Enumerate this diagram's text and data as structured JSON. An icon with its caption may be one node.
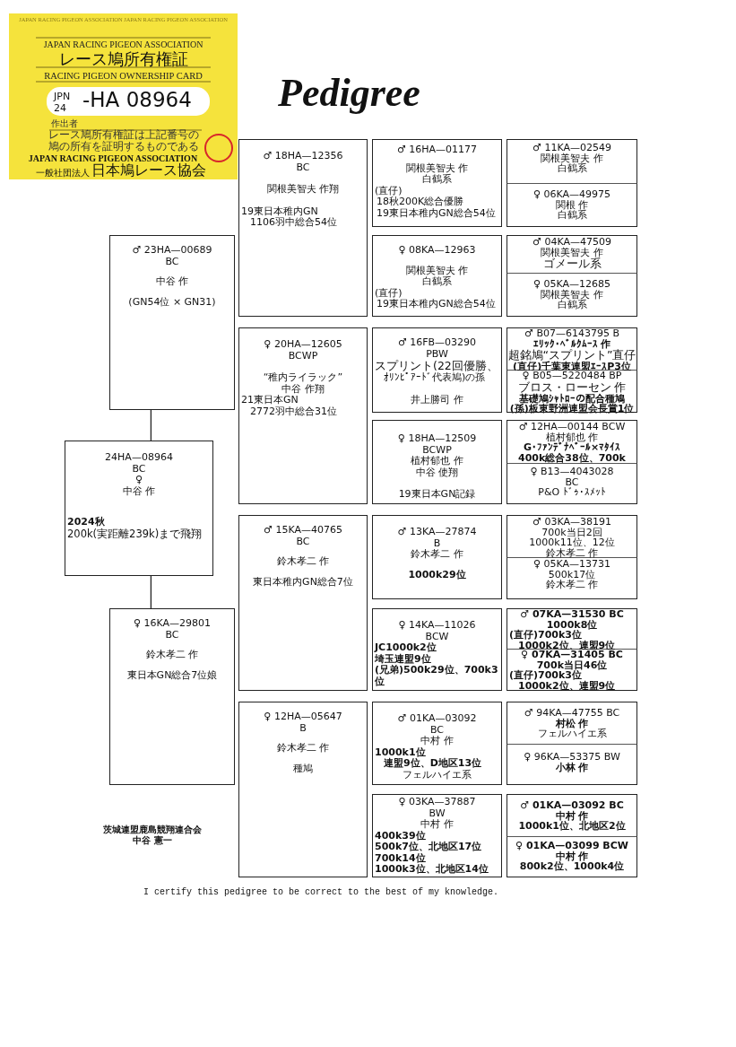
{
  "diagram": {
    "title": "Pedigree",
    "nodes": [
      {
        "text": [
          "JAPAN RACING PIGEON ASSOCIATION JAPAN RACING PIGEON ASSOCIATION",
          "JAPAN RACING PIGEON ASSOCIATION",
          "レース鳩所有権証",
          "RACING PIGEON OWNERSHIP CARD",
          "作出者",
          "レース鳩所有権証は上記番号の鳩の所有を証明するものである",
          "JAPAN RACING PIGEON ASSOCIATION",
          "一般社団法人",
          "日本鳩レース協会"
        ]
      },
      {
        "text": [
          "JPN 24",
          "-HA 08964"
        ],
        "in": 0
      },
      {
        "text": [
          "24HA—08964",
          "BC",
          "♀",
          "中谷 作",
          "2024秋",
          "200k(実距離239k)まで飛翔"
        ]
      },
      {
        "text": [
          "♂ 23HA—00689",
          "BC",
          "中谷 作",
          "(GN54位 × GN31)"
        ]
      },
      {
        "text": [
          "♀ 16KA—29801",
          "BC",
          "鈴木孝二 作",
          "東日本GN総合7位娘"
        ]
      },
      {
        "text": [
          "♂ 18HA—12356",
          "BC",
          "関根美智夫 作翔",
          "19東日本稚内GN",
          "1106羽中総合54位"
        ]
      },
      {
        "text": [
          "♀ 20HA—12605",
          "BCWP",
          "“稚内ライラック”",
          "中谷 作翔",
          "21東日本GN",
          "2772羽中総合31位"
        ]
      },
      {
        "text": [
          "♂ 15KA—40765",
          "BC",
          "鈴木孝二 作",
          "東日本稚内GN総合7位"
        ]
      },
      {
        "text": [
          "♀ 12HA—05647",
          "B",
          "鈴木孝二 作",
          "種鳩"
        ]
      },
      {
        "text": [
          "♂ 16HA—01177",
          "関根美智夫 作",
          "白鶴系",
          "(直仔)",
          "18秋200K総合優勝",
          "19東日本稚内GN総合54位"
        ]
      },
      {
        "text": [
          "♀ 08KA—12963",
          "関根美智夫 作",
          "白鶴系",
          "(直仔)",
          "19東日本稚内GN総合54位"
        ]
      },
      {
        "text": [
          "♂ 16FB—03290",
          "PBW",
          "スプリント(22回優勝、",
          "ｵﾘﾝﾋﾟｱｰﾄﾞ代表鳩)の孫",
          "井上勝司 作"
        ]
      },
      {
        "text": [
          "♀ 18HA—12509",
          "BCWP",
          "植村郁也 作",
          "中谷 使翔",
          "19東日本GN記録"
        ]
      },
      {
        "text": [
          "♂ 13KA—27874",
          "B",
          "鈴木孝二 作",
          "1000k29位"
        ]
      },
      {
        "text": [
          "♀ 14KA—11026",
          "BCW",
          "JC1000k2位",
          "埼玉連盟9位",
          "(兄弟)500k29位、700k3位"
        ]
      },
      {
        "text": [
          "♂ 01KA—03092",
          "BC",
          "中村 作",
          "1000k1位",
          "連盟9位、D地区13位",
          "フェルハイエ系"
        ]
      },
      {
        "text": [
          "♀ 03KA—37887",
          "BW",
          "中村 作",
          "400k39位",
          "500k7位、北地区17位",
          "700k14位",
          "1000k3位、北地区14位"
        ]
      },
      {
        "text": [
          "♂ 11KA—02549",
          "関根美智夫 作",
          "白鶴系"
        ]
      },
      {
        "text": [
          "♀ 06KA—49975",
          "関根 作",
          "白鶴系"
        ]
      },
      {
        "text": [
          "♂ 04KA—47509",
          "関根美智夫 作",
          "ゴメール系"
        ]
      },
      {
        "text": [
          "♀ 05KA—12685",
          "関根美智夫 作",
          "白鶴系"
        ]
      },
      {
        "text": [
          "♂ B07—6143795 B",
          "ｴﾘｯｸ･ﾍﾞﾙｸﾑｰｽ 作",
          "超銘鳩“スプリント”直仔",
          "(直仔)千葉東連盟ｴｰｽP3位"
        ]
      },
      {
        "text": [
          "♀ B05—5220484 BP",
          "ブロス・ローセン 作",
          "基礎鳩ｼｬﾄﾛｰの配合種鳩",
          "(孫)板東野洲連盟会長賞1位"
        ]
      },
      {
        "text": [
          "♂ 12HA—00144 BCW",
          "植村郁也 作",
          "G･ﾌｧﾝﾃﾞﾅﾍﾞｰﾙ×ﾏﾀｲｽ",
          "400k総合38位、700k"
        ]
      },
      {
        "text": [
          "♀ B13—4043028",
          "BC",
          "P&O ﾄﾞｩ･ｽﾒｯﾄ"
        ]
      },
      {
        "text": [
          "♂ 03KA—38191",
          "700k当日2回",
          "1000k11位、12位",
          "鈴木孝二 作"
        ]
      },
      {
        "text": [
          "♀ 05KA—13731",
          "500k17位",
          "鈴木孝二 作"
        ]
      },
      {
        "text": [
          "♂ 07KA—31530 BC",
          "1000k8位",
          "(直仔)700k3位",
          "1000k2位、連盟9位"
        ]
      },
      {
        "text": [
          "♀ 07KA—31405 BC",
          "700k当日46位",
          "(直仔)700k3位",
          "1000k2位、連盟9位"
        ]
      },
      {
        "text": [
          "♂ 94KA—47755 BC",
          "村松 作",
          "フェルハイエ系"
        ]
      },
      {
        "text": [
          "♀ 96KA—53375 BW",
          "小林 作"
        ]
      },
      {
        "text": [
          "♂ 01KA—03092 BC",
          "中村 作",
          "1000k1位、北地区2位"
        ]
      },
      {
        "text": [
          "♀ 01KA—03099 BCW",
          "中村 作",
          "800k2位、1000k4位"
        ]
      }
    ],
    "edges": [
      {
        "from": 3,
        "to": 2,
        "arrow": "none"
      },
      {
        "from": 2,
        "to": 4,
        "arrow": "none"
      }
    ],
    "labels": [
      "茨城連盟鹿島競翔連合会",
      "中谷 憲一",
      "I certify this pedigree to be correct to the best of my knowledge."
    ]
  }
}
